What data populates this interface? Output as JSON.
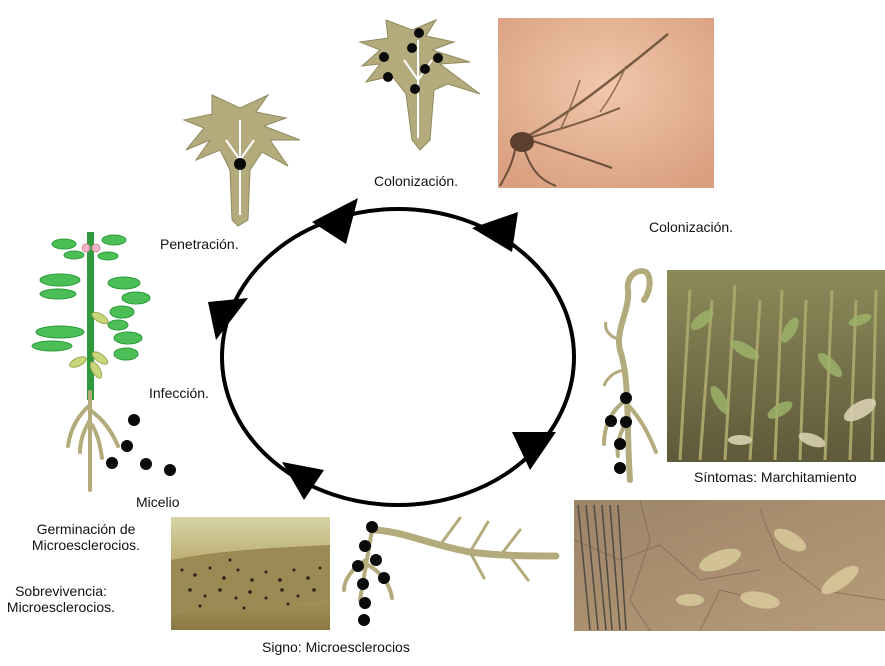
{
  "labels": {
    "colonizacion_top": "Colonización.",
    "colonizacion_right": "Colonización.",
    "penetracion": "Penetración.",
    "infeccion": "Infección.",
    "micelio": "Micelio",
    "germinacion_line1": "Germinación de",
    "germinacion_line2": "Microesclerocios.",
    "sobrevivencia_line1": "Sobrevivencia:",
    "sobrevivencia_line2": "Microesclerocios.",
    "sintomas": "Síntomas: Marchitamiento",
    "signo": "Signo: Microesclerocios"
  },
  "colors": {
    "root": "#b3ab7c",
    "root_outline": "#8f895e",
    "leaf_green": "#4bbf55",
    "stem_green": "#2e9a3c",
    "pod_yellow": "#c9d67a",
    "sclerotia": "#0a0a0a",
    "cycle": "#000000",
    "photo_soil": "#e8b596",
    "photo_field": "#7d7a55",
    "photo_dry": "#a88c6c",
    "photo_micro": "#a89a60"
  }
}
